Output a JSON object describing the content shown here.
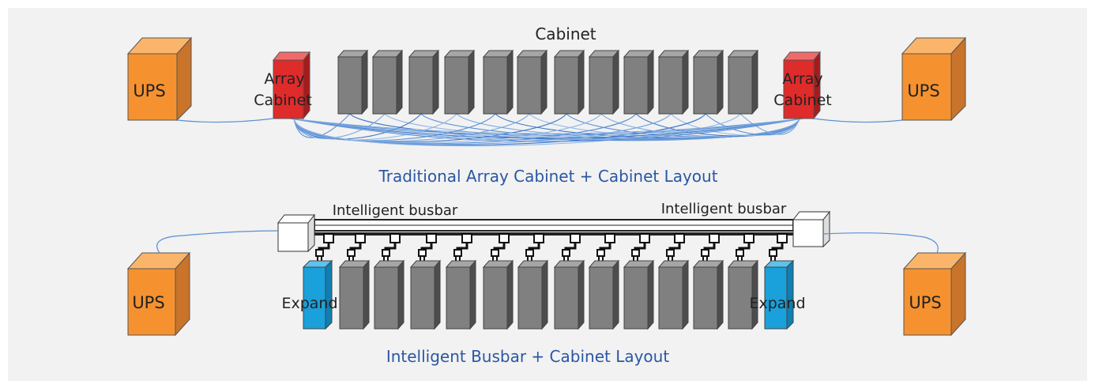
{
  "top_diagram": {
    "cabinet_label": "Cabinet",
    "ups_left": "UPS",
    "ups_right": "UPS",
    "array_cabinet_left": [
      "Array",
      "Cabinet"
    ],
    "array_cabinet_right": [
      "Array",
      "Cabinet"
    ],
    "caption": "Traditional Array Cabinet + Cabinet Layout"
  },
  "bottom_diagram": {
    "busbar_label_left": "Intelligent busbar",
    "busbar_label_right": "Intelligent busbar",
    "ups_left": "UPS",
    "ups_right": "UPS",
    "expand_left": "Expand",
    "expand_right": "Expand",
    "caption": "Intelligent Busbar + Cabinet Layout"
  },
  "colors": {
    "background_panel": "#f2f2f2",
    "ups": "#f5922f",
    "array_cabinet": "#e02b2b",
    "cabinet": "#808080",
    "expand": "#1aa0db",
    "cable": "#5b8fd4",
    "caption": "#2a57a3"
  }
}
